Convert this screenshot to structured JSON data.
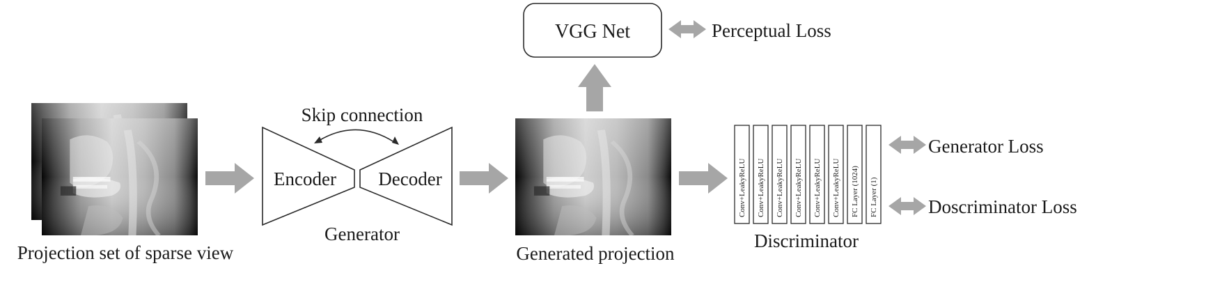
{
  "input": {
    "caption": "Projection set of sparse view"
  },
  "generator": {
    "encoder_label": "Encoder",
    "decoder_label": "Decoder",
    "skip_label": "Skip connection",
    "caption": "Generator"
  },
  "output": {
    "caption": "Generated projection"
  },
  "vgg": {
    "label": "VGG Net",
    "loss_label": "Perceptual Loss"
  },
  "discriminator": {
    "caption": "Discriminator",
    "layers": [
      "Conv+LeakyReLU",
      "Conv+LeakyReLU",
      "Conv+LeakyReLU",
      "Conv+LeakyReLU",
      "Conv+LeakyReLU",
      "Conv+LeakyReLU",
      "FC Layer (1024)",
      "FC Layer (1)"
    ],
    "generator_loss_label": "Generator Loss",
    "discriminator_loss_label": "Doscriminator Loss"
  },
  "colors": {
    "arrow": "#a6a6a6",
    "stroke": "#2a2a2a",
    "text": "#1a1a1a"
  }
}
